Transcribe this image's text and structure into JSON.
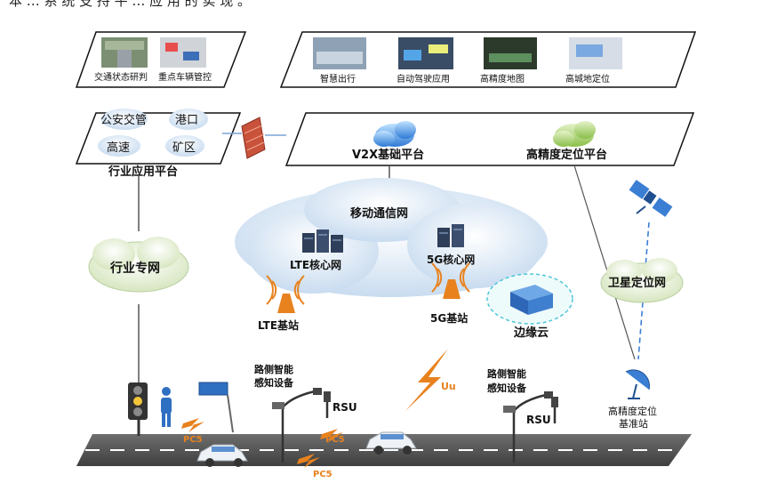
{
  "top_text": "本 … 系 统 支 持 平 … 应 用 的 实 现 。",
  "industry_platform": {
    "apps": [
      "交通状态研判",
      "重点车辆管控"
    ],
    "clouds": [
      "公安交管",
      "港口",
      "高速",
      "矿区"
    ],
    "label": "行业应用平台"
  },
  "v2x_apps": [
    "智慧出行",
    "自动驾驶应用",
    "高精度地图",
    "高城地定位"
  ],
  "platforms": {
    "v2x": "V2X基础平台",
    "gnss": "高精度定位平台"
  },
  "networks": {
    "industry": "行业专网",
    "mobile": "移动通信网",
    "lte_core": "LTE核心网",
    "g5_core": "5G核心网",
    "satellite": "卫星定位网",
    "edge": "边缘云"
  },
  "stations": {
    "lte": "LTE基站",
    "g5": "5G基站",
    "reference": [
      "高精度定位",
      "基准站"
    ]
  },
  "roadside": {
    "sensor": [
      "路侧智能",
      "感知设备"
    ],
    "rsu": "RSU"
  },
  "links": {
    "pc5": "PC5",
    "uu": "Uu"
  },
  "colors": {
    "cloud": "#dbe7f4",
    "cloud_green": "#e6efd8",
    "road": "#5a5a5a",
    "orange": "#e8821e"
  }
}
